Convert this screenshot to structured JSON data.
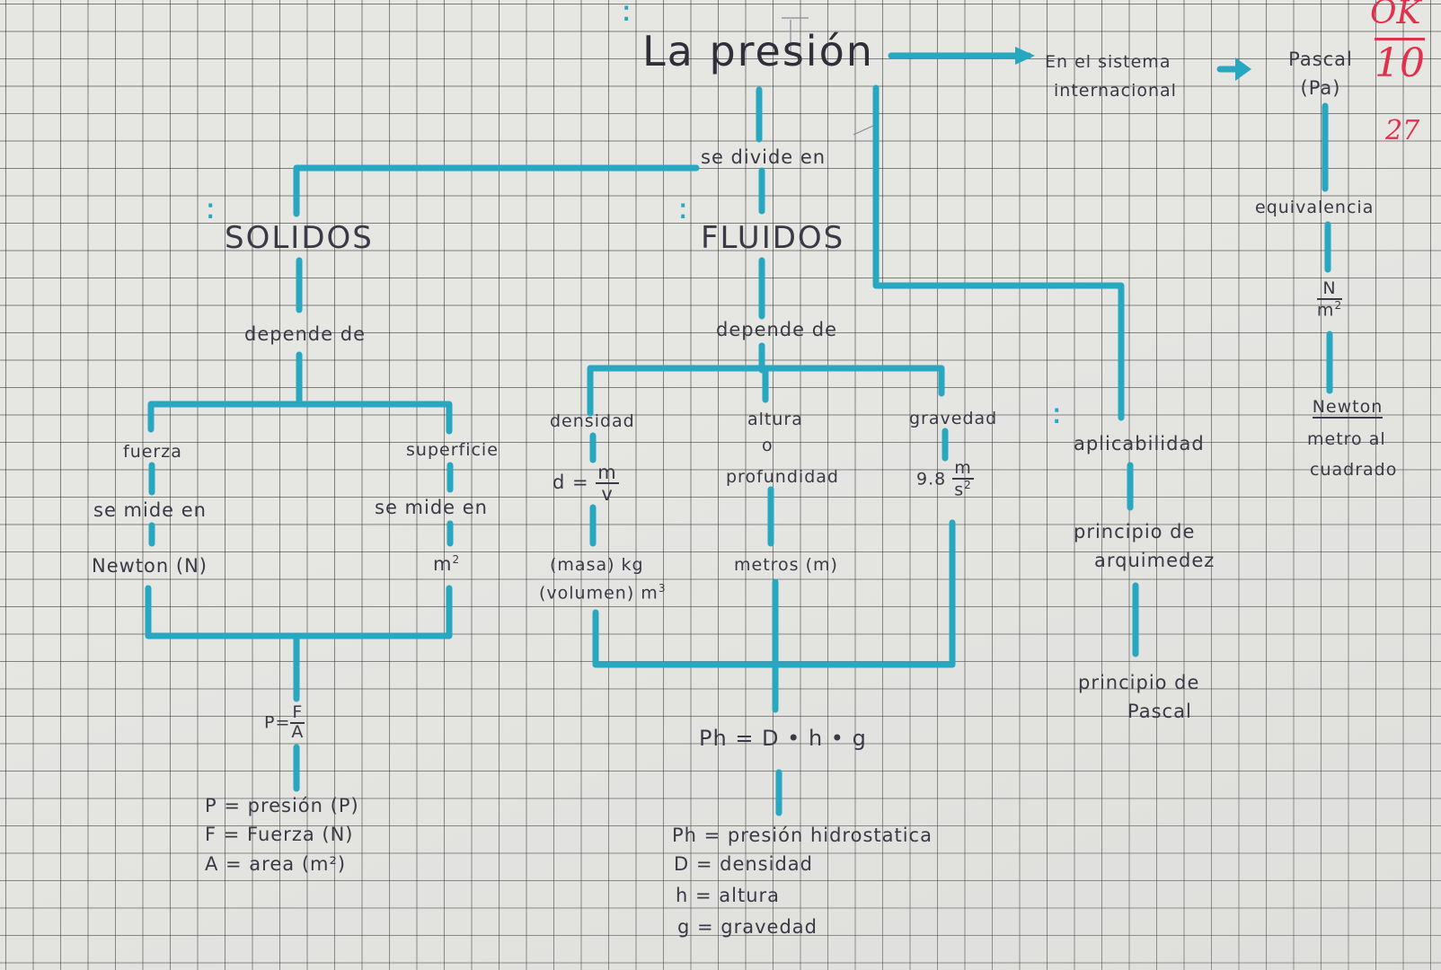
{
  "title": "La presión",
  "si": {
    "line1": "En el sistema",
    "line2": "internacional"
  },
  "unit": {
    "name": "Pascal",
    "symbol": "(Pa)"
  },
  "equivalencia": "equivalencia",
  "nm2": {
    "num": "N",
    "den": "m",
    "exp": "2"
  },
  "newton_def": {
    "num": "Newton",
    "den1": "metro al",
    "den2": "cuadrado"
  },
  "divide": "se divide en",
  "solidos": {
    "title": "SOLIDOS",
    "depende": "depende de",
    "fuerza": "fuerza",
    "superficie": "superficie",
    "se_mide_1": "se mide en",
    "se_mide_2": "se mide en",
    "newton": "Newton (N)",
    "m2_base": "m",
    "m2_exp": "2",
    "formula_lhs": "P=",
    "formula_num": "F",
    "formula_den": "A",
    "legend": [
      "P = presión (P)",
      "F = Fuerza (N)",
      "A = area (m²)"
    ]
  },
  "fluidos": {
    "title": "FLUIDOS",
    "depende": "depende de",
    "densidad": "densidad",
    "altura": "altura",
    "o": "o",
    "profundidad": "profundidad",
    "gravedad": "gravedad",
    "d_lhs": "d =",
    "d_num": "m",
    "d_den": "v",
    "masa": "(masa) kg",
    "volumen": "(volumen) m",
    "vol_exp": "3",
    "metros": "metros (m)",
    "g_value": "9.8",
    "g_num": "m",
    "g_den": "s",
    "g_exp": "2",
    "formula": "Ph = D • h • g",
    "legend": [
      "Ph = presión hidrostatica",
      "D = densidad",
      "h = altura",
      "g = gravedad"
    ]
  },
  "aplicabilidad": "aplicabilidad",
  "arquimedes": {
    "line1": "principio de",
    "line2": "arquimedez"
  },
  "pascal_pr": {
    "line1": "principio de",
    "line2": "Pascal"
  },
  "grade": {
    "top": "OK",
    "score": "10",
    "bottom": "27"
  },
  "colors": {
    "ink": "#3a3946",
    "line": "#27a7c0",
    "paper": "#e6e6e3",
    "grade": "#e2304a"
  }
}
